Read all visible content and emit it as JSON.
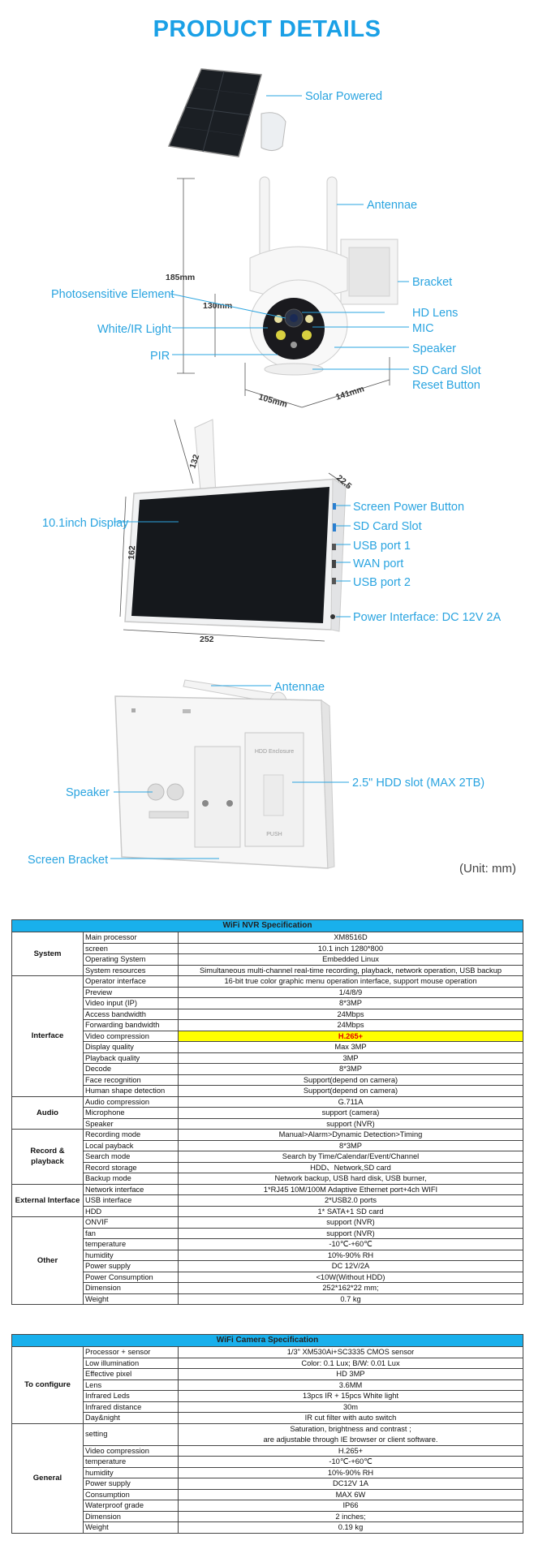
{
  "page_title": "PRODUCT DETAILS",
  "camera_callouts": {
    "solar": "Solar Powered",
    "antennae": "Antennae",
    "bracket": "Bracket",
    "photosensitive": "Photosensitive Element",
    "hd_lens": "HD Lens",
    "white_ir": "White/IR Light",
    "mic": "MIC",
    "speaker": "Speaker",
    "pir": "PIR",
    "sd_slot": "SD Card Slot",
    "reset": "Reset Button"
  },
  "camera_dims": {
    "height": "185mm",
    "lens": "130mm",
    "depth": "105mm",
    "width": "141mm"
  },
  "screen_callouts": {
    "display": "10.1inch Display",
    "power_button": "Screen Power Button",
    "sd_slot": "SD Card Slot",
    "usb1": "USB port 1",
    "wan": "WAN port",
    "usb2": "USB port 2",
    "power_interface": "Power Interface: DC 12V 2A"
  },
  "screen_dims": {
    "antenna": "132",
    "height": "162",
    "width": "252",
    "thickness": "22.5"
  },
  "back_callouts": {
    "antennae": "Antennae",
    "speaker": "Speaker",
    "hdd": "2.5\" HDD slot (MAX 2TB)",
    "bracket": "Screen Bracket",
    "hdd_label": "HDD Enclosure",
    "push_label": "PUSH"
  },
  "unit_note": "(Unit: mm)",
  "nvr_table": {
    "title": "WiFi NVR Specification",
    "groups": [
      {
        "name": "System",
        "rows": [
          {
            "label": "Main processor",
            "value": "XM8516D"
          },
          {
            "label": "screen",
            "value": "10.1 inch  1280*800"
          },
          {
            "label": "Operating System",
            "value": "Embedded Linux"
          },
          {
            "label": "System resources",
            "value": "Simultaneous multi-channel real-time recording, playback, network operation, USB backup"
          }
        ]
      },
      {
        "name": "Interface",
        "rows": [
          {
            "label": "Operator interface",
            "value": "16-bit true color graphic menu operation interface, support mouse operation"
          },
          {
            "label": "Preview",
            "value": "1/4/8/9"
          },
          {
            "label": "Video input (IP)",
            "value": "8*3MP"
          },
          {
            "label": "Access bandwidth",
            "value": "24Mbps"
          },
          {
            "label": "Forwarding bandwidth",
            "value": "24Mbps"
          },
          {
            "label": "Video compression",
            "value": "H.265+",
            "highlight": true
          },
          {
            "label": "Display quality",
            "value": "Max 3MP"
          },
          {
            "label": "Playback quality",
            "value": "3MP"
          },
          {
            "label": "Decode",
            "value": "8*3MP"
          },
          {
            "label": "Face recognition",
            "value": "Support(depend on camera)"
          },
          {
            "label": "Human shape detection",
            "value": "Support(depend on camera)"
          }
        ]
      },
      {
        "name": "Audio",
        "rows": [
          {
            "label": "Audio compression",
            "value": "G.711A"
          },
          {
            "label": "Microphone",
            "value": "support (camera)"
          },
          {
            "label": "Speaker",
            "value": "support (NVR)"
          }
        ]
      },
      {
        "name": "Record & playback",
        "rows": [
          {
            "label": "Recording mode",
            "value": "Manual>Alarm>Dynamic Detection>Timing"
          },
          {
            "label": "Local payback",
            "value": "8*3MP"
          },
          {
            "label": "Search mode",
            "value": "Search by Time/Calendar/Event/Channel"
          },
          {
            "label": "Record storage",
            "value": "HDD、Network,SD card"
          },
          {
            "label": "Backup mode",
            "value": "Network backup, USB hard disk, USB burner,"
          }
        ]
      },
      {
        "name": "External Interface",
        "rows": [
          {
            "label": "Network interface",
            "value": "1*RJ45 10M/100M Adaptive Ethernet port+4ch WIFI"
          },
          {
            "label": "USB interface",
            "value": "2*USB2.0 ports"
          },
          {
            "label": "HDD",
            "value": "1* SATA+1 SD card"
          }
        ]
      },
      {
        "name": "Other",
        "rows": [
          {
            "label": "ONVIF",
            "value": "support (NVR)"
          },
          {
            "label": "fan",
            "value": "support (NVR)"
          },
          {
            "label": "temperature",
            "value": "-10℃-+60℃"
          },
          {
            "label": "humidity",
            "value": "10%-90% RH"
          },
          {
            "label": "Power supply",
            "value": "DC 12V/2A"
          },
          {
            "label": "Power Consumption",
            "value": "<10W(Without HDD)"
          },
          {
            "label": "Dimension",
            "value": "252*162*22 mm;"
          },
          {
            "label": "Weight",
            "value": "0.7 kg"
          }
        ]
      }
    ]
  },
  "cam_table": {
    "title": "WiFi Camera Specification",
    "groups": [
      {
        "name": "To configure",
        "rows": [
          {
            "label": "Processor + sensor",
            "value": "1/3\" XM530Ai+SC3335 CMOS sensor"
          },
          {
            "label": "Low illumination",
            "value": "Color: 0.1 Lux;  B/W: 0.01 Lux"
          },
          {
            "label": "Effective pixel",
            "value": "HD 3MP"
          },
          {
            "label": "Lens",
            "value": "3.6MM"
          },
          {
            "label": "Infrared Leds",
            "value": "13pcs IR + 15pcs White light"
          },
          {
            "label": "Infrared distance",
            "value": "30m"
          },
          {
            "label": "Day&night",
            "value": "IR cut filter with auto switch"
          }
        ]
      },
      {
        "name": "General",
        "rows": [
          {
            "label": "setting",
            "value": "Saturation, brightness and contrast ;",
            "value2": "are adjustable through IE browser or client software.",
            "tall": true
          },
          {
            "label": "Video compression",
            "value": "H.265+"
          },
          {
            "label": "temperature",
            "value": "-10℃-+60℃"
          },
          {
            "label": "humidity",
            "value": "10%-90% RH"
          },
          {
            "label": "Power supply",
            "value": "DC12V 1A"
          },
          {
            "label": "Consumption",
            "value": "MAX 6W"
          },
          {
            "label": "Waterproof grade",
            "value": "IP66"
          },
          {
            "label": "Dimension",
            "value": "2 inches;"
          },
          {
            "label": "Weight",
            "value": "0.19 kg"
          }
        ]
      }
    ]
  }
}
